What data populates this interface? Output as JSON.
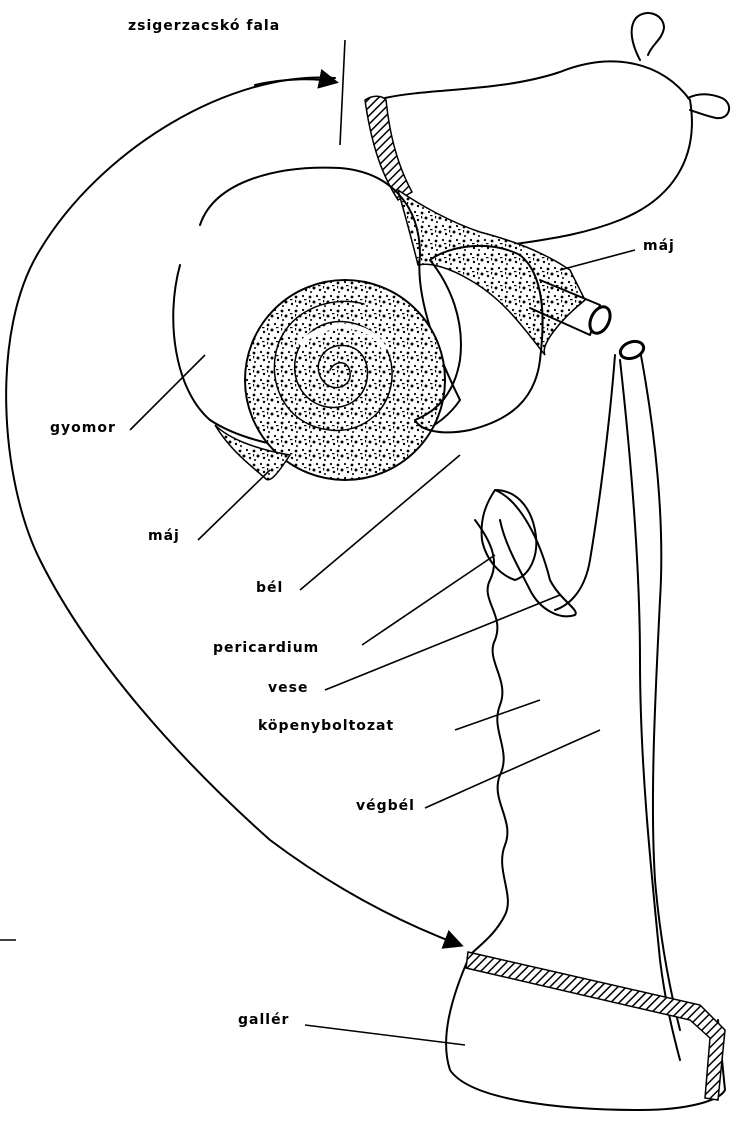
{
  "labels": {
    "heart_wall": "zsigerzacskó fala",
    "liver_top": "máj",
    "stomach": "gyomor",
    "liver_bottom": "máj",
    "intestine": "bél",
    "pericardium": "pericardium",
    "kidney": "vese",
    "mantle_cavity": "köpenyboltozat",
    "rectum": "végbél",
    "collar": "gallér"
  }
}
